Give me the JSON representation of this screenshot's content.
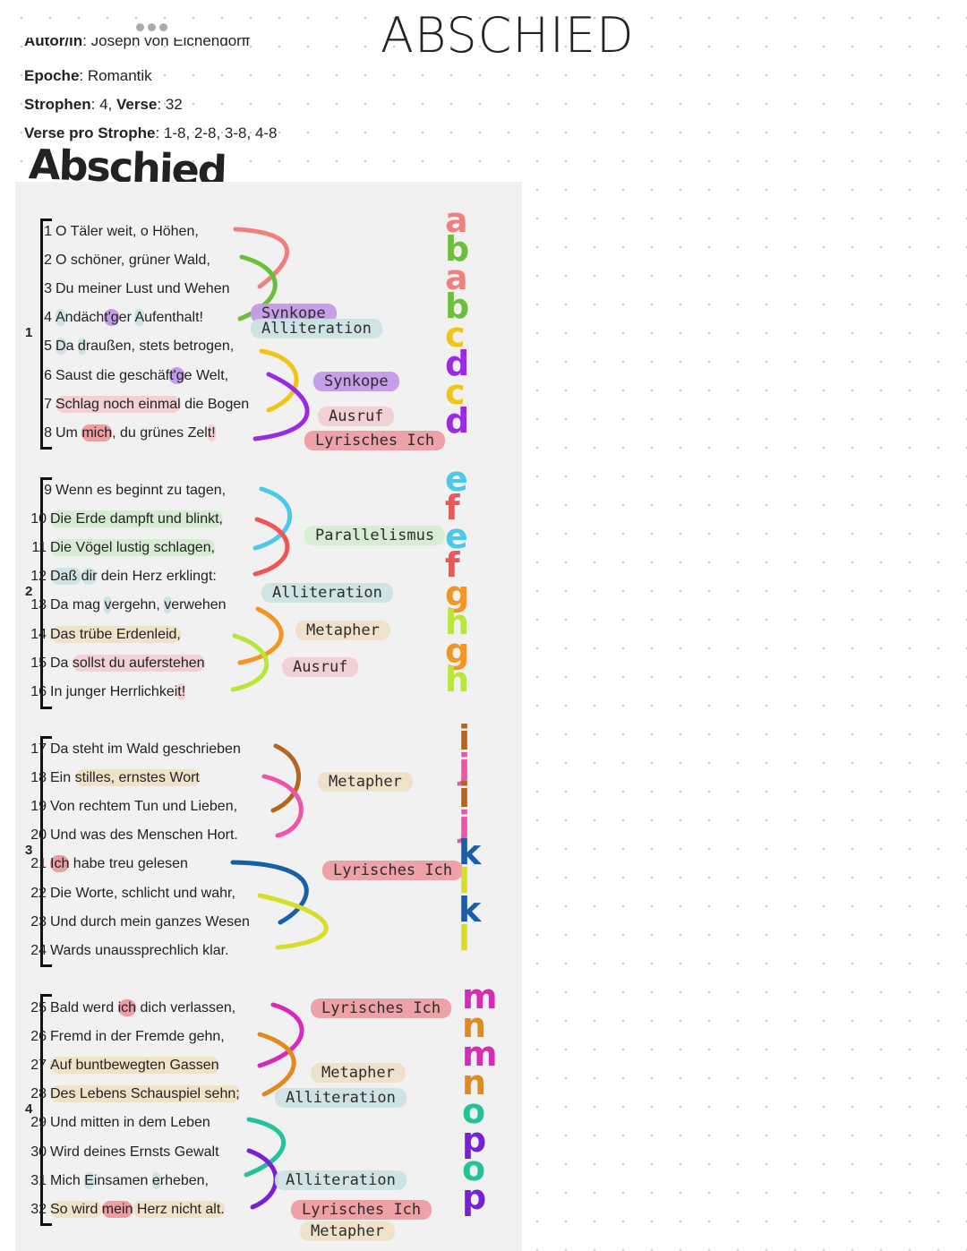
{
  "header": {
    "title": "ABSCHIED",
    "handwritten_title": "Abschied",
    "author_label": "Autor/in",
    "author": "Joseph von Eichendorff",
    "epoch_label": "Epoche",
    "epoch": "Romantik",
    "stanzas_label": "Strophen",
    "stanzas": "4",
    "verses_label": "Verse",
    "verses": "32",
    "vps_label": "Verse pro Strophe",
    "vps": "1-8, 2-8, 3-8, 4-8"
  },
  "colors": {
    "teal": "#cfe3e4",
    "purple": "#c59be8",
    "pink": "#f2d0d3",
    "red": "#ee9da3",
    "green": "#d6edd3",
    "tan": "#f0e2c8"
  },
  "stanza_numbers": [
    "1",
    "2",
    "3",
    "4"
  ],
  "lines": [
    [
      {
        "t": "O Täler weit, o Höhen,"
      }
    ],
    [
      {
        "t": "O schöner, grüner Wald,"
      }
    ],
    [
      {
        "t": "Du meiner Lust und Wehen"
      }
    ],
    [
      {
        "t": "A",
        "hl": "teal"
      },
      {
        "t": "ndäch"
      },
      {
        "t": "t'g",
        "hl": "purple"
      },
      {
        "t": "er "
      },
      {
        "t": "A",
        "hl": "teal"
      },
      {
        "t": "ufenthalt!"
      }
    ],
    [
      {
        "t": "D",
        "hl": "teal"
      },
      {
        "t": "a "
      },
      {
        "t": "d",
        "hl": "teal"
      },
      {
        "t": "raußen, stets betrogen,"
      }
    ],
    [
      {
        "t": "Saust die geschäf"
      },
      {
        "t": "t'g",
        "hl": "purple"
      },
      {
        "t": "e Welt,"
      }
    ],
    [
      {
        "t": "Schlag noch einmal",
        "hl": "pink"
      },
      {
        "t": " die Bogen"
      }
    ],
    [
      {
        "t": "Um "
      },
      {
        "t": "mich",
        "hl": "red"
      },
      {
        "t": ", du grünes Zel"
      },
      {
        "t": "t!",
        "hl": "pink"
      }
    ],
    [
      {
        "t": "Wenn es beginnt zu tagen,"
      }
    ],
    [
      {
        "t": "Die Erde dampft und blinkt,",
        "hl": "green"
      }
    ],
    [
      {
        "t": "Die Vögel lustig schlagen,",
        "hl": "green"
      }
    ],
    [
      {
        "t": "Daß ",
        "hl": "teal"
      },
      {
        "t": "dir",
        "hl": "teal"
      },
      {
        "t": " dein Herz erklingt:"
      }
    ],
    [
      {
        "t": "Da mag "
      },
      {
        "t": "v",
        "hl": "teal"
      },
      {
        "t": "ergehn, "
      },
      {
        "t": "v",
        "hl": "teal"
      },
      {
        "t": "erwehen"
      }
    ],
    [
      {
        "t": "Das trübe Erdenleid,",
        "hl": "tan"
      }
    ],
    [
      {
        "t": "Da "
      },
      {
        "t": "sollst du auferstehen",
        "hl": "pink"
      }
    ],
    [
      {
        "t": "In junger Herrlichkei"
      },
      {
        "t": "t!",
        "hl": "pink"
      }
    ],
    [
      {
        "t": "Da steht im Wald geschrieben"
      }
    ],
    [
      {
        "t": "Ein "
      },
      {
        "t": "stilles, ernstes Wort",
        "hl": "tan"
      }
    ],
    [
      {
        "t": "Von rechtem Tun und Lieben,"
      }
    ],
    [
      {
        "t": "Und was des Menschen Hort."
      }
    ],
    [
      {
        "t": "Ich",
        "hl": "red"
      },
      {
        "t": " habe treu gelesen"
      }
    ],
    [
      {
        "t": "Die Worte, schlicht und wahr,"
      }
    ],
    [
      {
        "t": "Und durch mein ganzes Wesen"
      }
    ],
    [
      {
        "t": "Wards unaussprechlich klar."
      }
    ],
    [
      {
        "t": "Bald werd "
      },
      {
        "t": "ich",
        "hl": "red"
      },
      {
        "t": " dich verlassen,"
      }
    ],
    [
      {
        "t": "Fremd in der Fremde gehn,"
      }
    ],
    [
      {
        "t": "Auf buntbewegten Gassen",
        "hl": "tan"
      }
    ],
    [
      {
        "t": "Des Lebens Schauspiel sehn;",
        "hl": "tan"
      }
    ],
    [
      {
        "t": "Und mitten in dem Leben"
      }
    ],
    [
      {
        "t": "Wird deines Ernsts Gewalt"
      }
    ],
    [
      {
        "t": "Mich "
      },
      {
        "t": "E",
        "hl": "teal"
      },
      {
        "t": "insamen "
      },
      {
        "t": "e",
        "hl": "teal"
      },
      {
        "t": "rheben,"
      }
    ],
    [
      {
        "t": "So wird ",
        "hl": "tan"
      },
      {
        "t": "mein",
        "hl": "red"
      },
      {
        "t": " Herz nicht alt.",
        "hl": "tan"
      }
    ]
  ],
  "labels": [
    {
      "t": "Synkope",
      "c": "purple"
    },
    {
      "t": "Alliteration",
      "c": "teal"
    },
    {
      "t": "Synkope",
      "c": "purple"
    },
    {
      "t": "Ausruf",
      "c": "pink"
    },
    {
      "t": "Lyrisches Ich",
      "c": "red"
    },
    {
      "t": "Parallelismus",
      "c": "green"
    },
    {
      "t": "Alliteration",
      "c": "teal"
    },
    {
      "t": "Metapher",
      "c": "tan"
    },
    {
      "t": "Ausruf",
      "c": "pink"
    },
    {
      "t": "Metapher",
      "c": "tan"
    },
    {
      "t": "Lyrisches Ich",
      "c": "red"
    },
    {
      "t": "Lyrisches Ich",
      "c": "red"
    },
    {
      "t": "Metapher",
      "c": "tan"
    },
    {
      "t": "Alliteration",
      "c": "teal"
    },
    {
      "t": "Alliteration",
      "c": "teal"
    },
    {
      "t": "Lyrisches Ich",
      "c": "red"
    },
    {
      "t": "Metapher",
      "c": "tan"
    }
  ],
  "rhyme": [
    {
      "t": "a",
      "c": "#ee8080"
    },
    {
      "t": "b",
      "c": "#6cbf3a"
    },
    {
      "t": "a",
      "c": "#ee8080"
    },
    {
      "t": "b",
      "c": "#6cbf3a"
    },
    {
      "t": "c",
      "c": "#f2c418"
    },
    {
      "t": "d",
      "c": "#9a2be2"
    },
    {
      "t": "c",
      "c": "#f2c418"
    },
    {
      "t": "d",
      "c": "#9a2be2"
    },
    {
      "t": "e",
      "c": "#4cc8ea"
    },
    {
      "t": "f",
      "c": "#ee5555"
    },
    {
      "t": "e",
      "c": "#4cc8ea"
    },
    {
      "t": "f",
      "c": "#ee5555"
    },
    {
      "t": "g",
      "c": "#f59422"
    },
    {
      "t": "h",
      "c": "#b9e63a"
    },
    {
      "t": "g",
      "c": "#f59422"
    },
    {
      "t": "h",
      "c": "#b9e63a"
    },
    {
      "t": "i",
      "c": "#b5651d"
    },
    {
      "t": "j",
      "c": "#ee55aa"
    },
    {
      "t": "i",
      "c": "#b5651d"
    },
    {
      "t": "j",
      "c": "#ee55aa"
    },
    {
      "t": "k",
      "c": "#1560a8"
    },
    {
      "t": "l",
      "c": "#d8dd2a"
    },
    {
      "t": "k",
      "c": "#1560a8"
    },
    {
      "t": "l",
      "c": "#d8dd2a"
    },
    {
      "t": "m",
      "c": "#d62ab8"
    },
    {
      "t": "n",
      "c": "#e38a1c"
    },
    {
      "t": "m",
      "c": "#d62ab8"
    },
    {
      "t": "n",
      "c": "#e38a1c"
    },
    {
      "t": "o",
      "c": "#25c29a"
    },
    {
      "t": "p",
      "c": "#7a1fd6"
    },
    {
      "t": "o",
      "c": "#25c29a"
    },
    {
      "t": "p",
      "c": "#7a1fd6"
    }
  ]
}
